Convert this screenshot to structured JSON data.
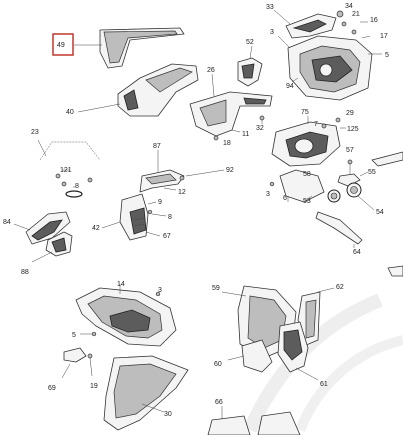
{
  "diagram": {
    "callouts": {
      "c49": "49",
      "c40": "40",
      "c26": "26",
      "c52": "52",
      "c33": "33",
      "c34": "34",
      "c21": "21",
      "c16": "16",
      "c3a": "3",
      "c17": "17",
      "c5a": "5",
      "c94": "94",
      "c11": "11",
      "c32": "32",
      "c18": "18",
      "c75": "75",
      "c29": "29",
      "c7": "7",
      "c125": "125",
      "c87": "87",
      "c92": "92",
      "c12": "12",
      "c23": "23",
      "c121": "121",
      "c8a": "8",
      "c9": "9",
      "c8b": "8",
      "c42": "42",
      "c67": "67",
      "c84": "84",
      "c88": "88",
      "c57": "57",
      "c55": "55",
      "c58": "58",
      "c3b": "3",
      "c6": "6",
      "c53": "53",
      "c54": "54",
      "c64": "64",
      "c14": "14",
      "c3c": "3",
      "c5b": "5",
      "c59": "59",
      "c62": "62",
      "c60": "60",
      "c61": "61",
      "c69": "69",
      "c19": "19",
      "c30": "30",
      "c66": "66"
    },
    "highlight_color": "#c0392b"
  }
}
